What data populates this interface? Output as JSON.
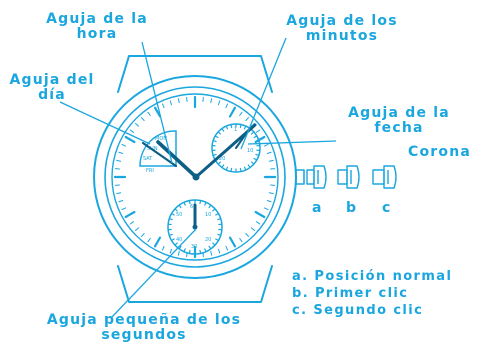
{
  "labels": {
    "hour_hand": [
      "Aguja de la",
      "hora"
    ],
    "day_hand": [
      "Aguja del",
      "día"
    ],
    "minute_hand": [
      "Aguja de los",
      "minutos"
    ],
    "date_hand": [
      "Aguja de la",
      "fecha"
    ],
    "crown": "Corona",
    "small_second_hand": [
      "Aguja pequeña de los",
      "segundos"
    ]
  },
  "crown_positions": [
    "a",
    "b",
    "c"
  ],
  "legend": [
    "a. Posición normal",
    "b. Primer clic",
    "c. Segundo clic"
  ],
  "subdial_marks": {
    "day": [
      "MON",
      "SUN",
      "SAT",
      "FRI"
    ],
    "date": [
      "1",
      "10",
      "20"
    ],
    "seconds": [
      "60",
      "10",
      "20",
      "30",
      "40",
      "50"
    ]
  },
  "colors": {
    "line": "#1aa6df",
    "hands": "#0d5f86",
    "background": "#ffffff"
  }
}
